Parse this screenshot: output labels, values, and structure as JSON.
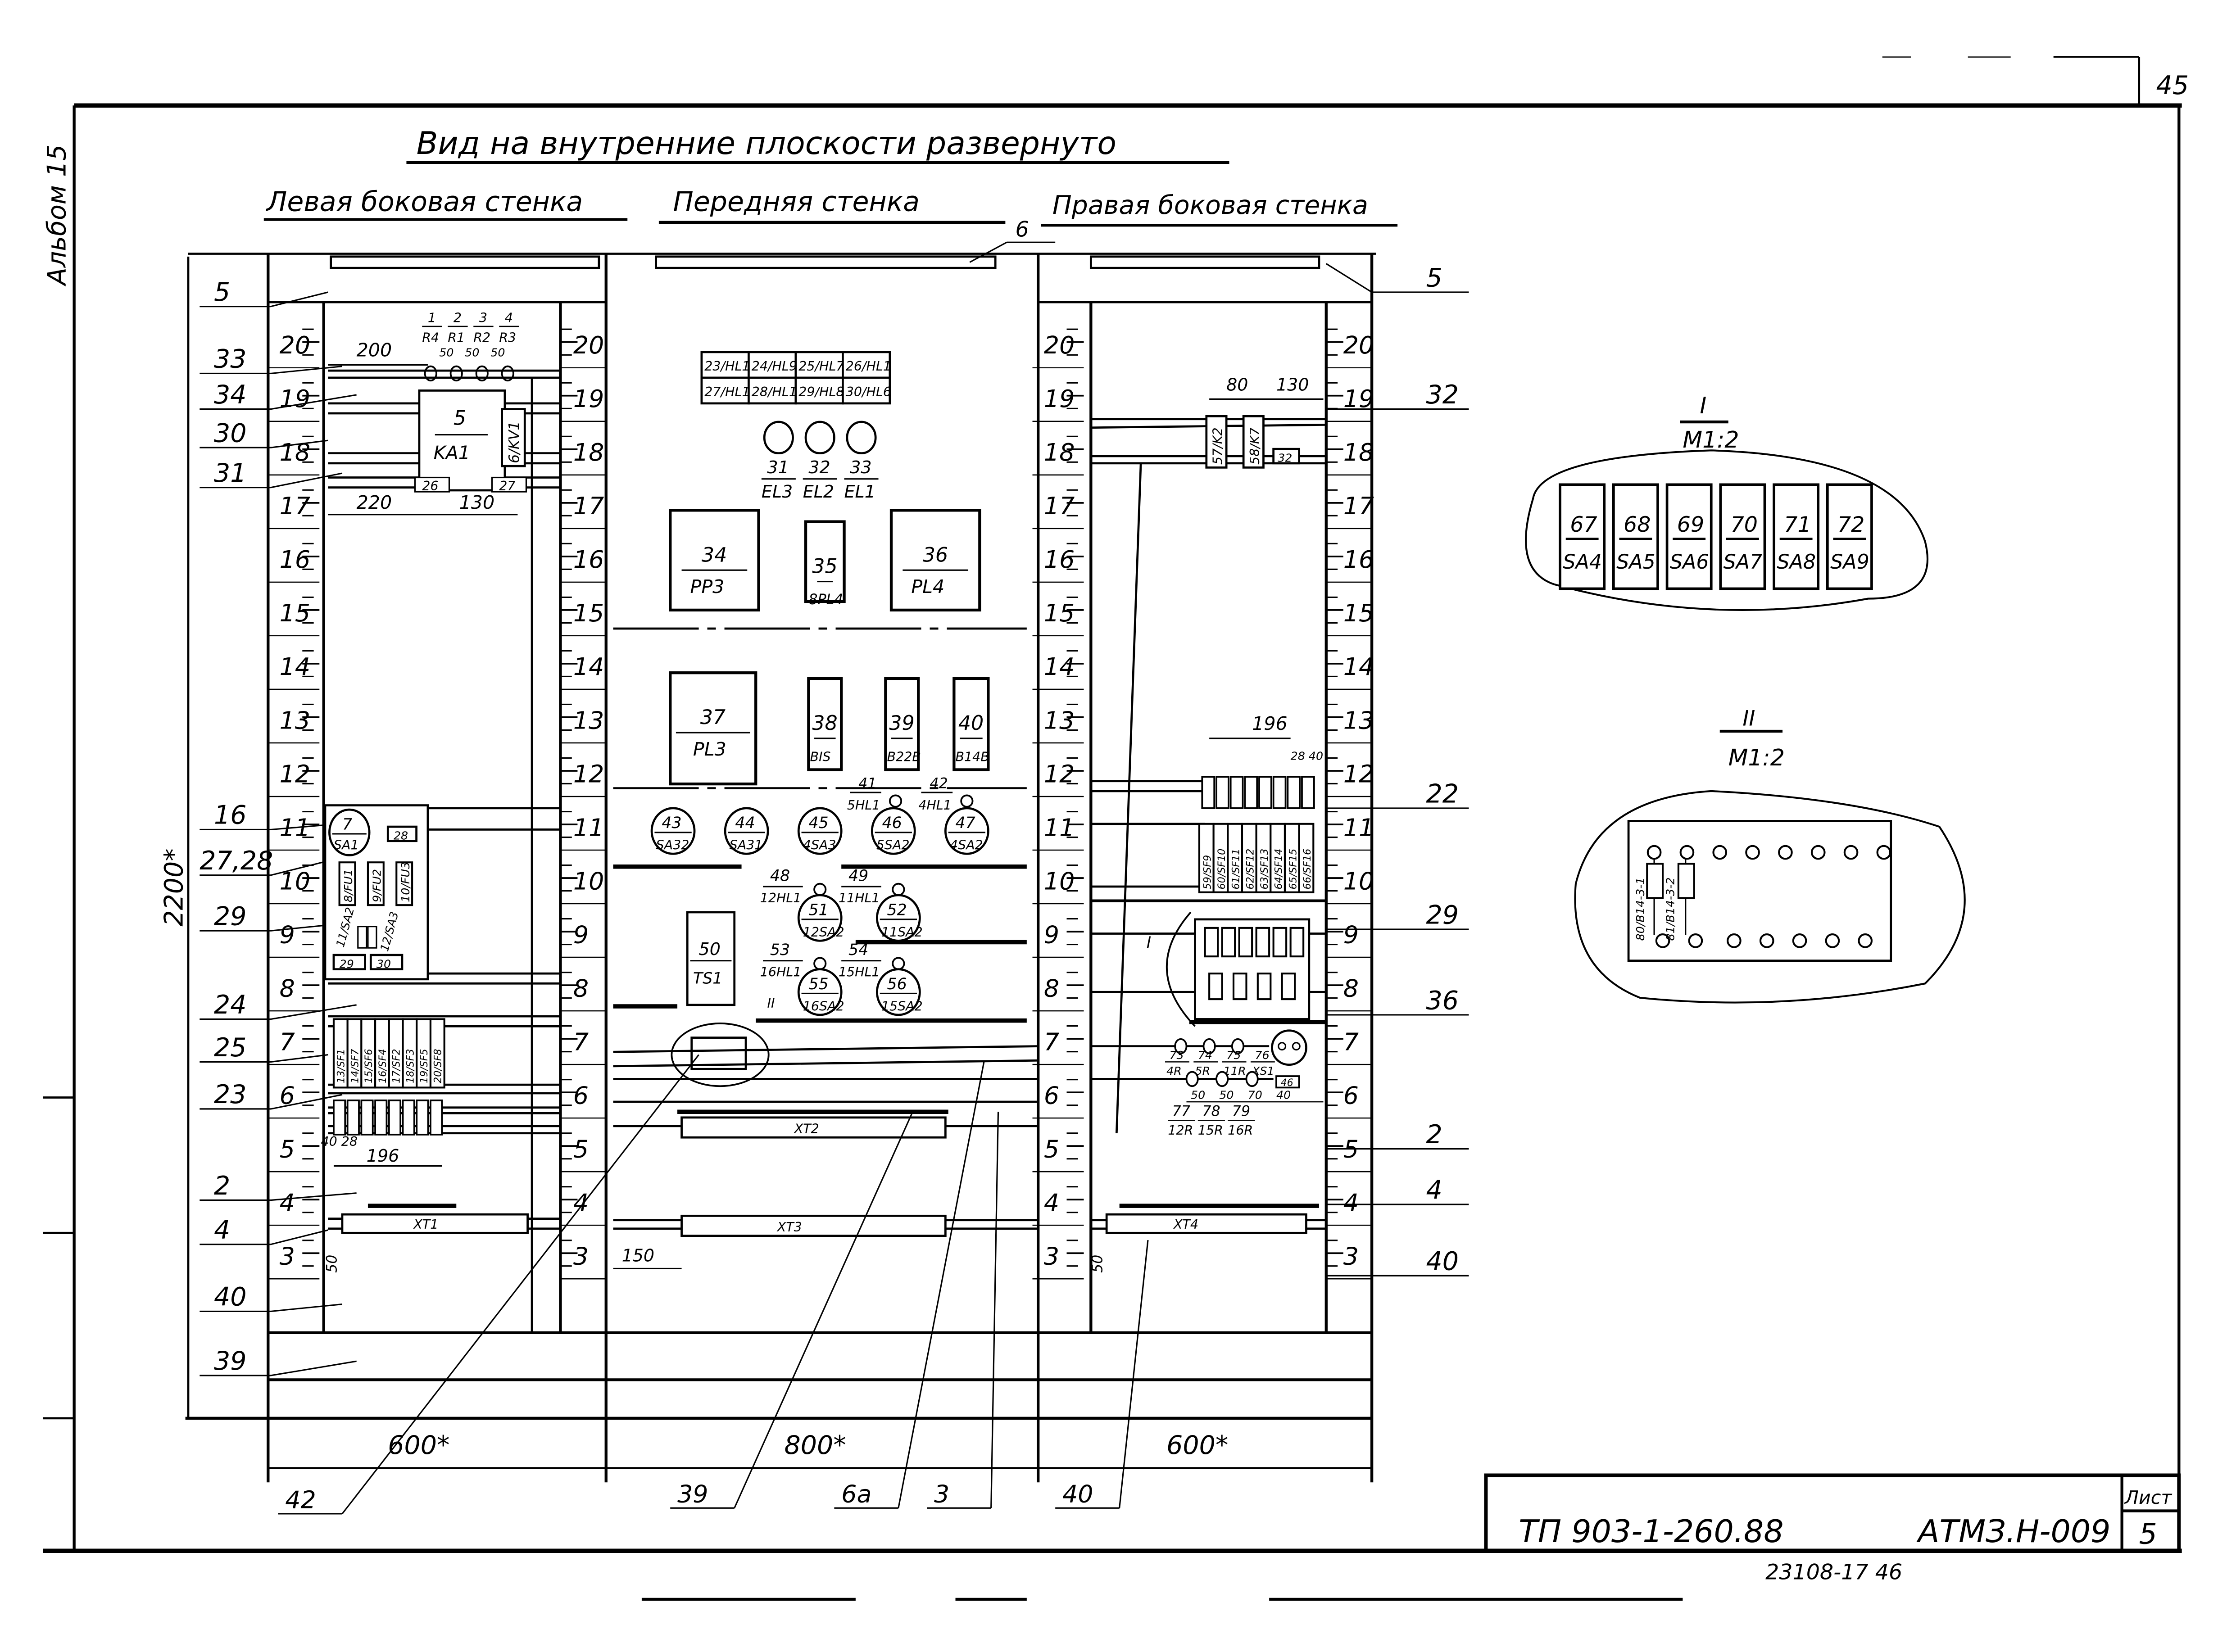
{
  "sheet": {
    "page_number": "45",
    "album_label": "Альбом 15",
    "title": "Вид на внутренние плоскости развернуто",
    "sections": {
      "left": "Левая боковая стенка",
      "front": "Передняя стенка",
      "right": "Правая боковая стенка"
    },
    "ink_color": "#000000",
    "paper_color": "#ffffff"
  },
  "scale_ticks": [
    "20",
    "19",
    "18",
    "17",
    "16",
    "15",
    "14",
    "13",
    "12",
    "11",
    "10",
    "9",
    "8",
    "7",
    "6",
    "5",
    "4",
    "3"
  ],
  "dimensions": {
    "height": "2200*",
    "left_width": "600*",
    "front_width": "800*",
    "right_width": "600*",
    "left_top_offset": "200",
    "left_pitch": [
      "50",
      "50",
      "50"
    ],
    "left_relay_offsets": [
      "220",
      "130"
    ],
    "left_breakers_width": "196",
    "left_breakers_note": "40 28",
    "left_xt_offset": "50",
    "front_xt_offset": "150",
    "right_top_offsets": [
      "80",
      "130"
    ],
    "right_breakers_width": "196",
    "right_breakers_note": "28 40",
    "right_xt_offset": "50",
    "right_resistor_pitch": [
      "50",
      "50",
      "70",
      "40"
    ]
  },
  "left_callouts": [
    "5",
    "33",
    "34",
    "30",
    "31",
    "16",
    "27,28",
    "29",
    "24",
    "25",
    "23",
    "2",
    "4",
    "40",
    "39"
  ],
  "right_callouts": [
    "5",
    "32",
    "22",
    "29",
    "36",
    "2",
    "4",
    "40"
  ],
  "front_callouts_top": [
    "6"
  ],
  "bottom_callouts": [
    "42",
    "39",
    "6a",
    "3",
    "40"
  ],
  "left_wall": {
    "resistors": [
      {
        "num": "1",
        "ref": "R4"
      },
      {
        "num": "2",
        "ref": "R1"
      },
      {
        "num": "3",
        "ref": "R2"
      },
      {
        "num": "4",
        "ref": "R3"
      }
    ],
    "relay": {
      "num": "5",
      "ref": "KA1"
    },
    "relay2": "6/KV1",
    "labels_26_27": [
      "26",
      "27"
    ],
    "switch_sa1": {
      "num": "7",
      "ref": "SA1"
    },
    "box_28": "28",
    "fuses": [
      "8/FU1",
      "9/FU2",
      "10/FU3"
    ],
    "sa2": "11/SA2",
    "sa3": "12/SA3",
    "box_29": "29",
    "box_30": "30",
    "breakers": [
      "13/SF1",
      "14/SF7",
      "15/SF6",
      "16/SF4",
      "17/SF2",
      "18/SF3",
      "19/SF5",
      "20/SF8"
    ],
    "terminal": "XT1"
  },
  "front_wall": {
    "indicator_grid": [
      [
        "23/HL11",
        "24/HL9",
        "25/HL7",
        "26/HL1"
      ],
      [
        "27/HL12",
        "28/HL10",
        "29/HL8",
        "30/HL6"
      ]
    ],
    "lamps": [
      {
        "num": "31",
        "ref": "EL3"
      },
      {
        "num": "32",
        "ref": "EL2"
      },
      {
        "num": "33",
        "ref": "EL1"
      }
    ],
    "devices_row1": [
      {
        "num": "34",
        "ref": "PP3"
      },
      {
        "num": "35",
        "ref": "8PL4"
      },
      {
        "num": "36",
        "ref": "PL4"
      }
    ],
    "devices_row2": [
      {
        "num": "37",
        "ref": "PL3"
      },
      {
        "num": "38",
        "ref": "BIS"
      },
      {
        "num": "39",
        "ref": "B22B"
      },
      {
        "num": "40",
        "ref": "B14B"
      }
    ],
    "pilot_41": {
      "num": "41",
      "ref": "5HL1"
    },
    "pilot_42": {
      "num": "42",
      "ref": "4HL1"
    },
    "switches_row": [
      {
        "num": "43",
        "ref": "SA32"
      },
      {
        "num": "44",
        "ref": "SA31"
      },
      {
        "num": "45",
        "ref": "4SA3"
      },
      {
        "num": "46",
        "ref": "5SA2"
      },
      {
        "num": "47",
        "ref": "4SA2"
      }
    ],
    "pilot_48": {
      "num": "48",
      "ref": "12HL1"
    },
    "pilot_49": {
      "num": "49",
      "ref": "11HL1"
    },
    "switch_51": {
      "num": "51",
      "ref": "12SA2"
    },
    "switch_52": {
      "num": "52",
      "ref": "11SA2"
    },
    "pilot_53": {
      "num": "53",
      "ref": "16HL1"
    },
    "pilot_54": {
      "num": "54",
      "ref": "15HL1"
    },
    "switch_55": {
      "num": "55",
      "ref": "16SA2"
    },
    "switch_56": {
      "num": "56",
      "ref": "15SA2"
    },
    "transformer": {
      "num": "50",
      "ref": "TS1"
    },
    "detail_ref": "II",
    "terminals": [
      "XT2",
      "XT3"
    ]
  },
  "right_wall": {
    "relays": [
      "57/K2",
      "58/K7"
    ],
    "box_32": "32",
    "breakers": [
      "59/SF9",
      "60/SF10",
      "61/SF11",
      "62/SF12",
      "63/SF13",
      "64/SF14",
      "65/SF15",
      "66/SF16"
    ],
    "detail_ref": "I",
    "resistors_top": [
      {
        "num": "73",
        "ref": "4R"
      },
      {
        "num": "74",
        "ref": "5R"
      },
      {
        "num": "75",
        "ref": "11R"
      },
      {
        "num": "76",
        "ref": "XS1"
      }
    ],
    "resistors_bottom": [
      {
        "num": "77",
        "ref": "12R"
      },
      {
        "num": "78",
        "ref": "15R"
      },
      {
        "num": "79",
        "ref": "16R"
      }
    ],
    "box_46": "46",
    "terminal": "XT4"
  },
  "detail_I": {
    "title": "I",
    "scale": "M1:2",
    "switches": [
      {
        "num": "67",
        "ref": "SA4"
      },
      {
        "num": "68",
        "ref": "SA5"
      },
      {
        "num": "69",
        "ref": "SA6"
      },
      {
        "num": "70",
        "ref": "SA7"
      },
      {
        "num": "71",
        "ref": "SA8"
      },
      {
        "num": "72",
        "ref": "SA9"
      }
    ]
  },
  "detail_II": {
    "title": "II",
    "scale": "M1:2",
    "resistors": [
      "80/B14-3-1",
      "81/B14-3-2"
    ]
  },
  "title_block": {
    "project_code": "ТП 903-1-260.88",
    "doc_code": "АТМЗ.Н-009",
    "sheet_label": "Лист",
    "sheet_number": "5",
    "archive_number": "23108-17  46"
  }
}
